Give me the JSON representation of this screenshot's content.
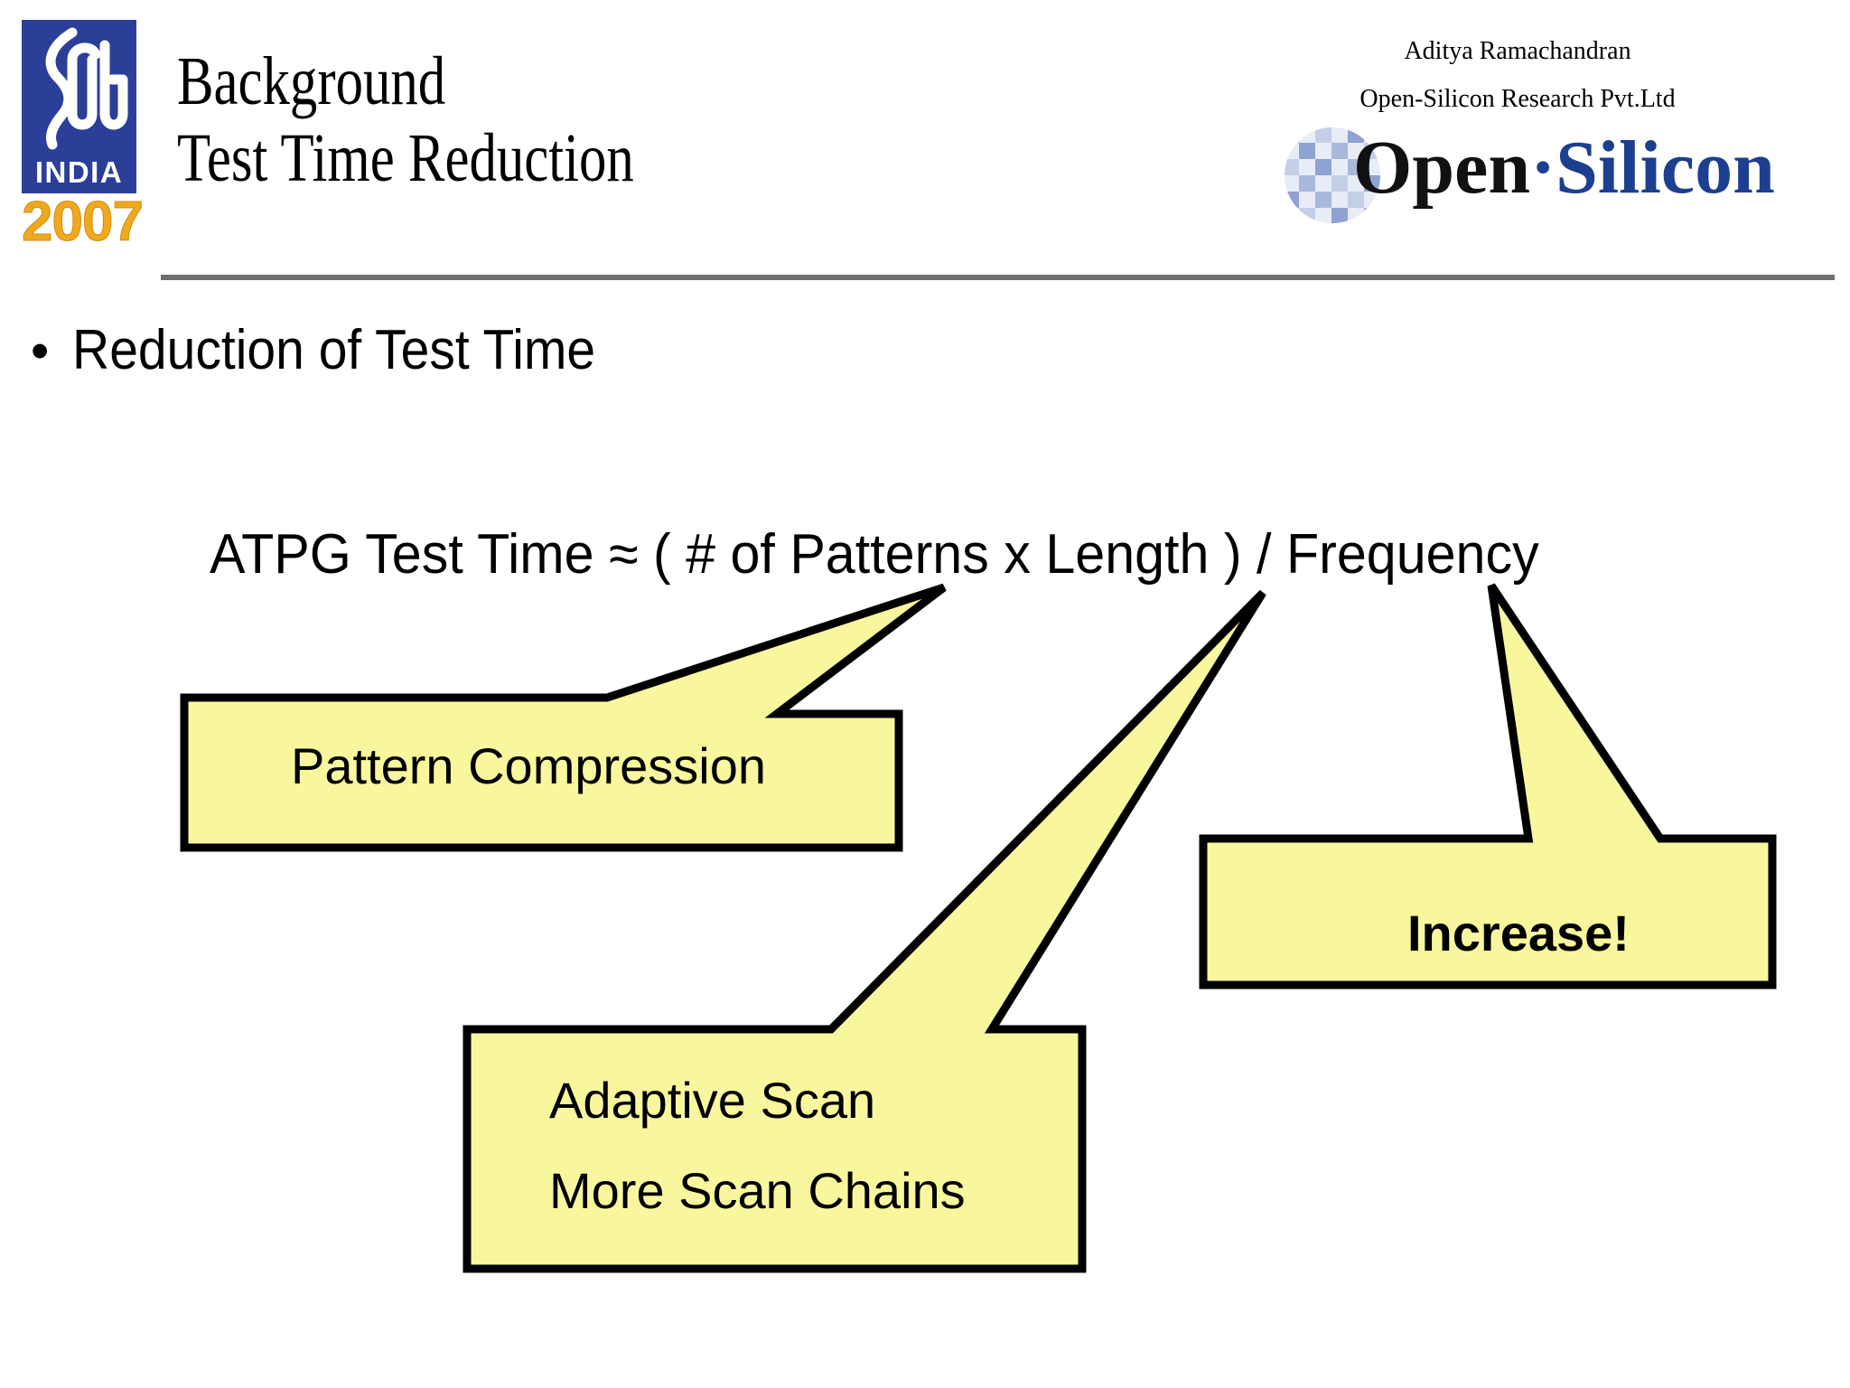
{
  "slide": {
    "background_color": "#ffffff",
    "divider_color": "#6e6e6e"
  },
  "header": {
    "title_line_1": "Background",
    "title_line_2": "Test Time Reduction",
    "author": "Aditya Ramachandran",
    "affiliation": "Open-Silicon Research Pvt.Ltd",
    "snug_logo": {
      "mark_text": "SNUG",
      "country": "INDIA",
      "year": "2007",
      "box_color": "#2b3f99",
      "year_color": "#f0a81e"
    },
    "open_silicon_logo": {
      "word_1": "Open",
      "separator": "·",
      "word_2": "Silicon",
      "word_1_color": "#111111",
      "word_2_color": "#1c3f8f"
    }
  },
  "body": {
    "bullet_marker": "•",
    "bullet_text": "Reduction of Test Time",
    "formula": "ATPG Test Time ≈  ( # of Patterns x Length ) / Frequency"
  },
  "callouts": {
    "fill_color": "#f9f79e",
    "stroke_color": "#000000",
    "items": [
      {
        "id": "pattern-compression",
        "label": "Pattern Compression",
        "points_to": "# of Patterns",
        "bold": false
      },
      {
        "id": "adaptive-scan",
        "label_line_1": "Adaptive Scan",
        "label_line_2": "More Scan Chains",
        "points_to": "Length",
        "bold": false
      },
      {
        "id": "increase",
        "label": "Increase!",
        "points_to": "Frequency",
        "bold": true
      }
    ]
  }
}
